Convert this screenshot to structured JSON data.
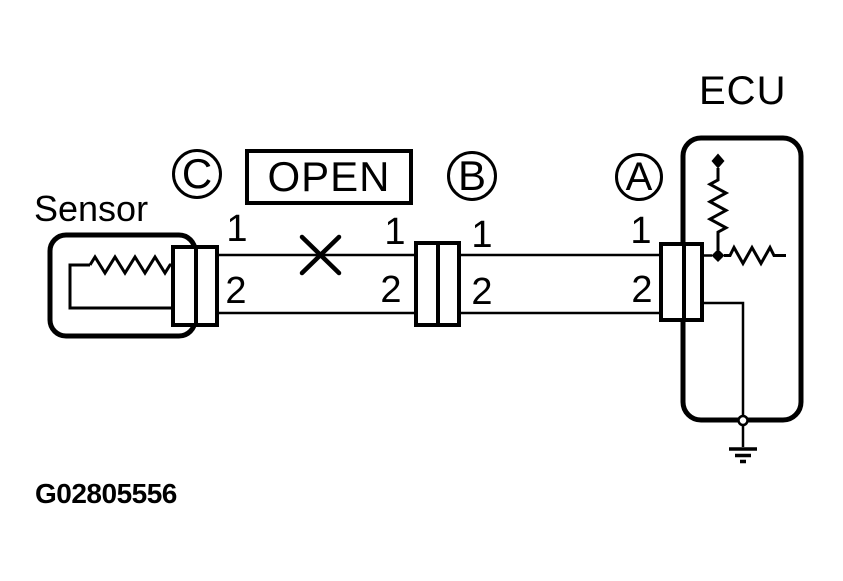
{
  "diagram": {
    "sensor": {
      "label": "Sensor",
      "pin1": "1",
      "pin2": "2"
    },
    "ecu": {
      "label": "ECU"
    },
    "fault": {
      "label": "OPEN"
    },
    "connector_c": {
      "id": "C"
    },
    "connector_b": {
      "id": "B",
      "pin1_left": "1",
      "pin2_left": "2",
      "pin1_right": "1",
      "pin2_right": "2"
    },
    "connector_a": {
      "id": "A",
      "pin1": "1",
      "pin2": "2"
    },
    "figure_code": "G02805556",
    "colors": {
      "ink": "#000000",
      "paper": "#ffffff"
    }
  }
}
